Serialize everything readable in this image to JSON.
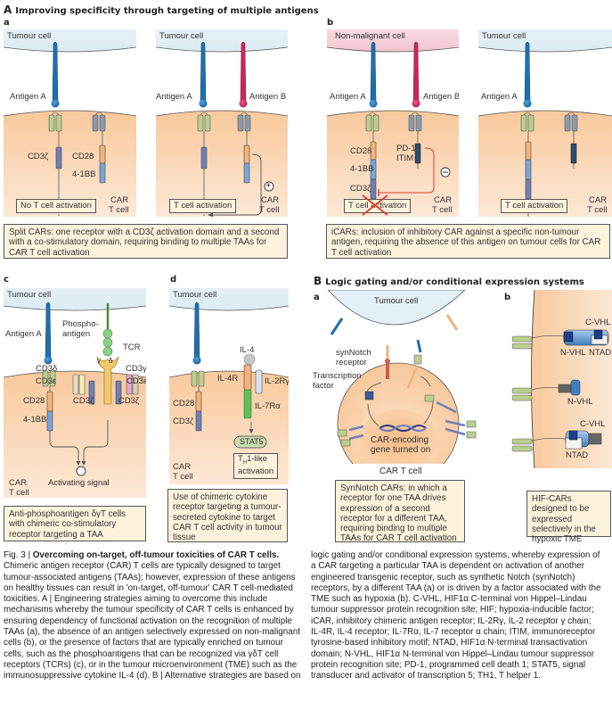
{
  "sectionA": {
    "letter": "A",
    "title": "Improving specificity through targeting of multiple antigens",
    "panel_a": {
      "letter": "a",
      "left": {
        "cell_label": "Tumour cell",
        "antigen": "Antigen A",
        "domain1": "CD3ζ",
        "domain2": "CD28",
        "domain3": "4-1BB",
        "outcome": "No T cell activation",
        "car_label_1": "CAR",
        "car_label_2": "T cell"
      },
      "right": {
        "cell_label": "Tumour cell",
        "antigen1": "Antigen A",
        "antigen2": "Antigen B",
        "sign": "+",
        "outcome": "T cell activation",
        "car_label_1": "CAR",
        "car_label_2": "T cell"
      },
      "caption": "Split CARs: one receptor with a CD3ζ activation domain and a second with a co-stimulatory domain, requiring binding to multiple TAAs for CAR T cell activation"
    },
    "panel_b": {
      "letter": "b",
      "left": {
        "cell_label": "Non-malignant cell",
        "antigen1": "Antigen A",
        "antigen2": "Antigen B",
        "domain1": "CD28",
        "domain2": "4-1BB",
        "domain3": "CD3ζ",
        "inhib1": "PD-1",
        "inhib2": "ITIM",
        "sign": "−",
        "outcome": "T cell activation",
        "car_label_1": "CAR",
        "car_label_2": "T cell"
      },
      "right": {
        "cell_label": "Tumour cell",
        "antigen": "Antigen A",
        "outcome": "T cell activation",
        "car_label_1": "CAR",
        "car_label_2": "T cell"
      },
      "caption": "iCARs: inclusion of inhibitory CAR against a specific non-tumour antigen, requiring the absence of this antigen on tumour cells for CAR T cell activation"
    },
    "panel_c": {
      "letter": "c",
      "cell_label": "Tumour cell",
      "antigen": "Antigen A",
      "phospho1": "Phospho-",
      "phospho2": "antigen",
      "tcr": "TCR",
      "gamma": "γ",
      "delta": "δ",
      "cd3d": "CD3δ",
      "cd3e_left": "CD3ε",
      "cd3g": "CD3γ",
      "cd3e_right": "CD3ε",
      "cd28": "CD28",
      "bb": "4-1BB",
      "cd3z_left": "CD3ζ",
      "cd3z_right": "CD3ζ",
      "sign": "+",
      "signal": "Activating signal",
      "car_label_1": "CAR",
      "car_label_2": "T cell",
      "caption": "Anti-phosphoantigen δγT cells with chimeric co-stimulatory receptor targeting a TAA"
    },
    "panel_d": {
      "letter": "d",
      "cell_label": "Tumour cell",
      "il4": "IL-4",
      "il4r": "IL-4R",
      "il2rg": "IL-2Rγ",
      "il7ra": "IL-7Rα",
      "cd28": "CD28",
      "cd3z": "CD3ζ",
      "stat5": "STAT5",
      "outcome1_main": "T",
      "outcome1_sub": "H",
      "outcome1_rest": "1-like",
      "outcome2": "activation",
      "car_label_1": "CAR",
      "car_label_2": "T cell",
      "caption": "Use of chimeric cytokine receptor targeting a tumour-secreted cytokine to target CAR T cell activity in tumour tissue"
    }
  },
  "sectionB": {
    "letter": "B",
    "title": "Logic gating and/or conditional expression systems",
    "panel_a": {
      "letter": "a",
      "cell_label": "Tumour cell",
      "synnotch1": "synNotch",
      "synnotch2": "receptor",
      "tf1": "Transcription",
      "tf2": "factor",
      "gene1": "CAR-encoding",
      "gene2": "gene turned on",
      "car_cell": "CAR T cell",
      "caption": "SynNotch CARs: in which a receptor for one TAA drives expression of a second receptor for a different TAA, requiring binding to multiple TAAs for CAR T cell activation"
    },
    "panel_b": {
      "letter": "b",
      "c_vhl_1": "C-VHL",
      "n_vhl_1": "N-VHL",
      "ntad_1": "NTAD",
      "n_vhl_2": "N-VHL",
      "c_vhl_3": "C-VHL",
      "ntad_3": "NTAD",
      "caption": "HIF-CARs designed to be expressed selectively in the hypoxic TME"
    }
  },
  "legend": {
    "fig_label": "Fig. 3 | ",
    "fig_title": "Overcoming on-target, off-tumour toxicities of CAR T cells.",
    "col1": [
      "Chimeric antigen receptor (CAR) T cells are typically designed to target",
      "tumour-associated antigens (TAAs); however, expression of these antigens",
      "on healthy tissues can result in 'on-target, off-tumour' CAR T cell-mediated",
      "toxicities. A | Engineering strategies aiming to overcome this include",
      "mechanisms whereby the tumour specificity of CAR T cells is enhanced by",
      "ensuring dependency of functional activation on the recognition of multiple",
      "TAAs (a), the absence of an antigen selectively expressed on non-malignant",
      "cells (b), or the presence of factors that are typically enriched on tumour",
      "cells, such as the phosphoantigens that can be recognized via γδT cell",
      "receptors (TCRs) (c), or in the tumour microenvironment (TME) such as the",
      "immunosuppressive cytokine IL-4 (d). B | Alternative strategies are based on"
    ],
    "col2": [
      "logic gating and/or conditional expression systems, whereby expression of",
      "a CAR targeting a particular TAA is dependent on activation of another",
      "engineered transgenic receptor, such as synthetic Notch (synNotch)",
      "receptors, by a different TAA (a) or is driven by a factor associated with the",
      "TME such as hypoxia (b). C-VHL, HIF1α C-terminal von Hippel–Lindau",
      "tumour suppressor protein recognition site; HIF; hypoxia-inducible factor;",
      "iCAR, inhibitory chimeric antigen receptor; IL-2Rγ, IL-2 receptor γ chain;",
      "IL-4R, IL-4 receptor; IL-7Rα, IL-7 receptor α chain; ITIM, immunoreceptor",
      "tyrosine-based inhibitory motif; NTAD, HIF1α N-terminal transactivation",
      "domain; N-VHL, HIF1α N-terminal von Hippel–Lindau tumour suppressor",
      "protein recognition site; PD-1, programmed cell death 1; STAT5, signal",
      "transducer and activator of transcription 5; TH1, T helper 1."
    ]
  },
  "colors": {
    "tumour_cell": "#e3f0f5",
    "non_malignant_cell": "#f4cfd8",
    "car_t_cell_top": "#f9cfa6",
    "car_t_cell_bottom": "#fde9d8",
    "antigen_a": "#1f6fae",
    "antigen_b": "#c8275a",
    "scfv_green": "#b9cf8f",
    "scfv_grey": "#8a9aac",
    "cd3z": "#6f7fb8",
    "cd28": "#f2b27a",
    "bb41": "#79a6d8",
    "pd1": "#2e4e6a",
    "inhibit_red": "#e03a2f",
    "caption_bg": "#fdf3dc"
  }
}
